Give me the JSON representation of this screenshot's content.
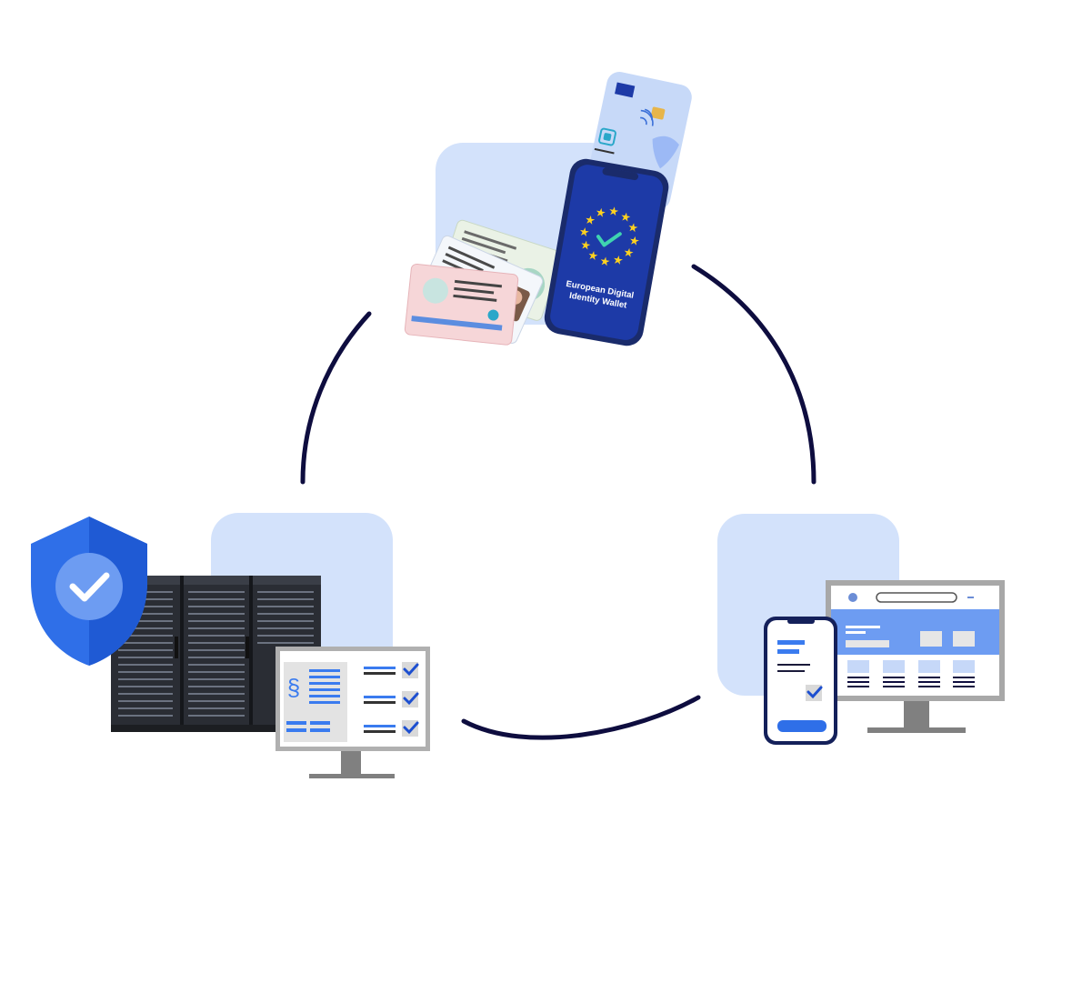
{
  "diagram": {
    "type": "cycle",
    "nodes": [
      {
        "id": "wallet",
        "label_lines": [
          "European Digital",
          "Identity Wallet"
        ]
      },
      {
        "id": "provider",
        "label": ""
      },
      {
        "id": "relying_party",
        "label": ""
      }
    ],
    "connectors": [
      "wallet-to-relying-party",
      "relying-party-to-provider",
      "provider-to-wallet"
    ]
  },
  "colors": {
    "tile": "#d3e2fb",
    "arc": "#0e0d3f",
    "eu_blue": "#1d3aa7",
    "eu_star": "#ffd21f",
    "check": "#3fd3b0",
    "accent_blue": "#3a7bef",
    "shield_blue": "#2f6fe8",
    "rack": "#2a2d34",
    "monitor_grey": "#9a9a9a"
  },
  "icons": [
    "eu-wallet-phone-icon",
    "id-cards-icon",
    "shield-check-icon",
    "server-rack-icon",
    "paragraph-icon",
    "checkbox-icon",
    "smartphone-icon",
    "monitor-icon"
  ]
}
